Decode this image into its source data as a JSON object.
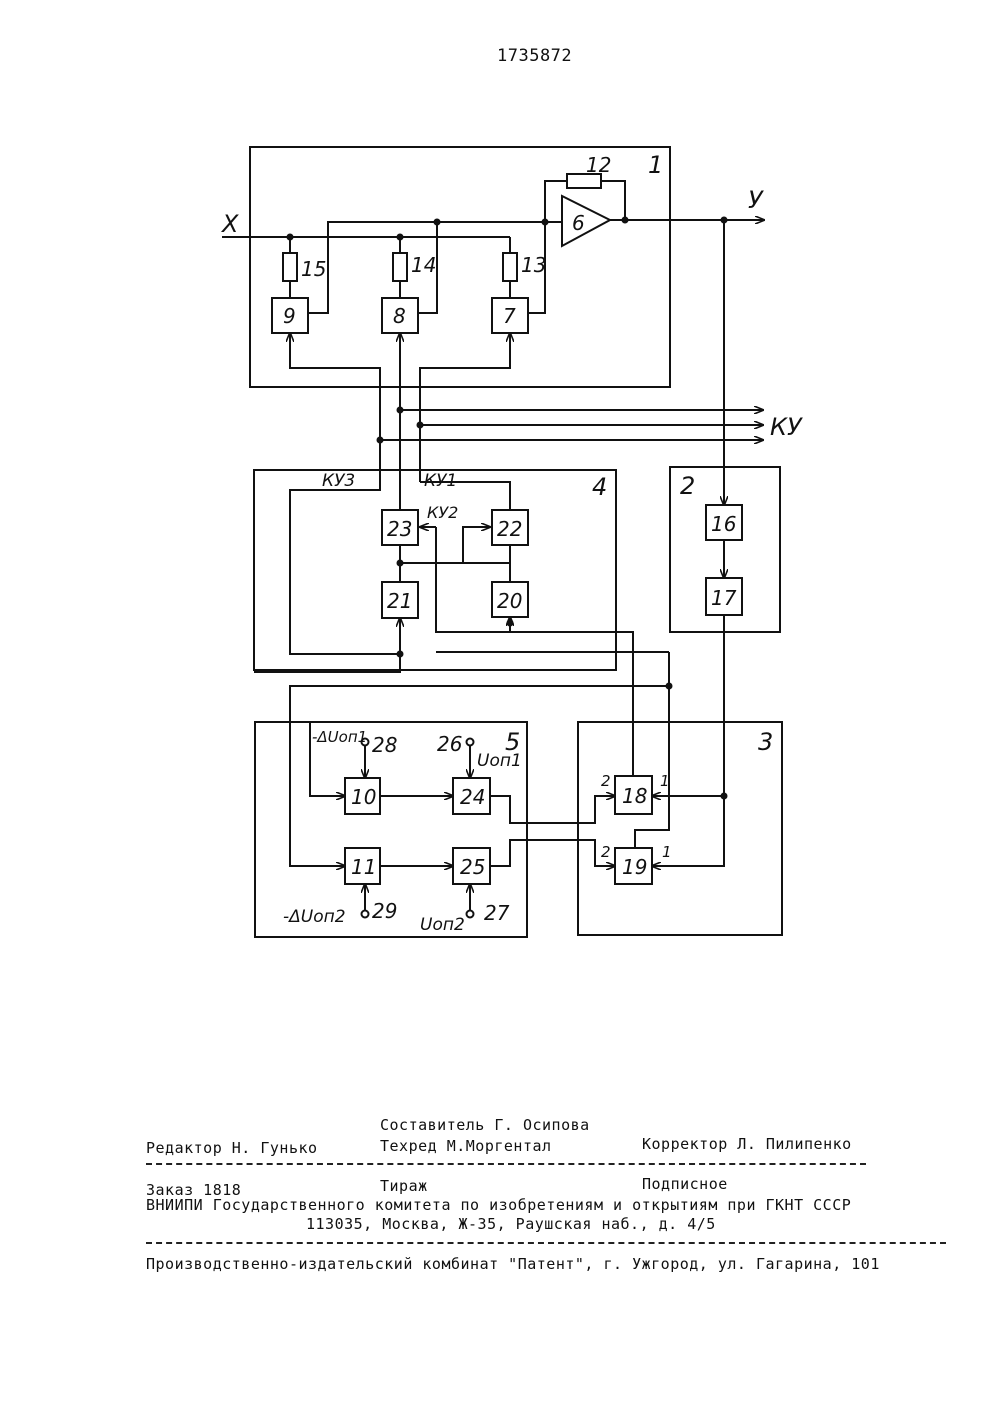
{
  "document": {
    "patent_number": "1735872"
  },
  "diagram": {
    "input_label": "X",
    "output_label": "У",
    "bus_label": "КУ",
    "block_numbers": {
      "b1": "1",
      "b2": "2",
      "b3": "3",
      "b4": "4",
      "b5": "5",
      "n6": "6",
      "n7": "7",
      "n8": "8",
      "n9": "9",
      "n10": "10",
      "n11": "11",
      "n12": "12",
      "n13": "13",
      "n14": "14",
      "n15": "15",
      "n16": "16",
      "n17": "17",
      "n18": "18",
      "n19": "19",
      "n20": "20",
      "n21": "21",
      "n22": "22",
      "n23": "23",
      "n24": "24",
      "n25": "25",
      "t26": "26",
      "t27": "27",
      "t28": "28",
      "t29": "29"
    },
    "signal_labels": {
      "ku1": "КУ1",
      "ku2": "КУ2",
      "ku3": "КУ3",
      "du1": "-ΔUоп1",
      "du2": "-ΔUоп2",
      "u1": "Uоп1",
      "u2": "Uоп2"
    },
    "input_marks": {
      "in18_1": "1",
      "in18_2": "2",
      "in19_1": "1",
      "in19_2": "2"
    }
  },
  "imprint": {
    "compiler": "Составитель Г. Осипова",
    "editor": "Редактор Н. Гунько",
    "techred": "Техред М.Моргентал",
    "corrector": "Корректор Л. Пилипенко",
    "order": "Заказ 1818",
    "circulation": "Тираж",
    "subscription": "Подписное",
    "org": "ВНИИПИ Государственного комитета по изобретениям и открытиям при ГКНТ СССР",
    "address": "113035, Москва, Ж-35, Раушская наб., д. 4/5",
    "printer": "Производственно-издательский комбинат \"Патент\", г. Ужгород, ул. Гагарина, 101"
  }
}
